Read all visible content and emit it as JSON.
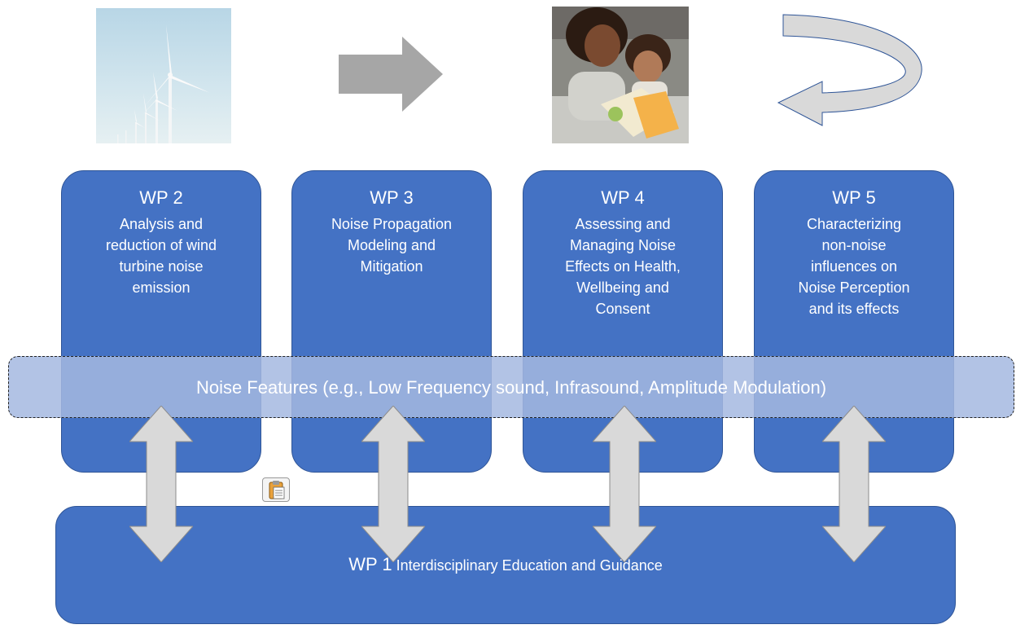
{
  "images": {
    "turbines_photo": {
      "icon": "wind-turbines-photo"
    },
    "family_photo": {
      "icon": "mother-child-reading-photo"
    }
  },
  "arrows": {
    "forward": {
      "icon": "right-arrow-icon",
      "color": "#a6a6a6"
    },
    "curved": {
      "icon": "curved-return-arrow-icon",
      "color": "#d9d9d9"
    },
    "double": {
      "icon": "double-vertical-arrow-icon",
      "color": "#d9d9d9"
    }
  },
  "work_packages": [
    {
      "title": "WP 2",
      "description": "Analysis and\nreduction of wind\nturbine noise\nemission"
    },
    {
      "title": "WP 3",
      "description": "Noise Propagation\nModeling and\nMitigation"
    },
    {
      "title": "WP 4",
      "description": "Assessing and\nManaging Noise\nEffects on Health,\nWellbeing and\nConsent"
    },
    {
      "title": "WP 5",
      "description": "Characterizing\nnon-noise\ninfluences on\nNoise Perception\nand its effects"
    }
  ],
  "features_band": {
    "text": "Noise Features (e.g., Low Frequency sound, Infrasound, Amplitude Modulation)"
  },
  "wp1": {
    "number": "WP 1",
    "label": "Interdisciplinary Education and Guidance"
  },
  "clipboard": {
    "icon": "paste-options-icon"
  },
  "colors": {
    "box_fill": "#4472c4",
    "box_border": "#2f5597",
    "band_fill": "#a5b9e1",
    "text": "#ffffff"
  }
}
